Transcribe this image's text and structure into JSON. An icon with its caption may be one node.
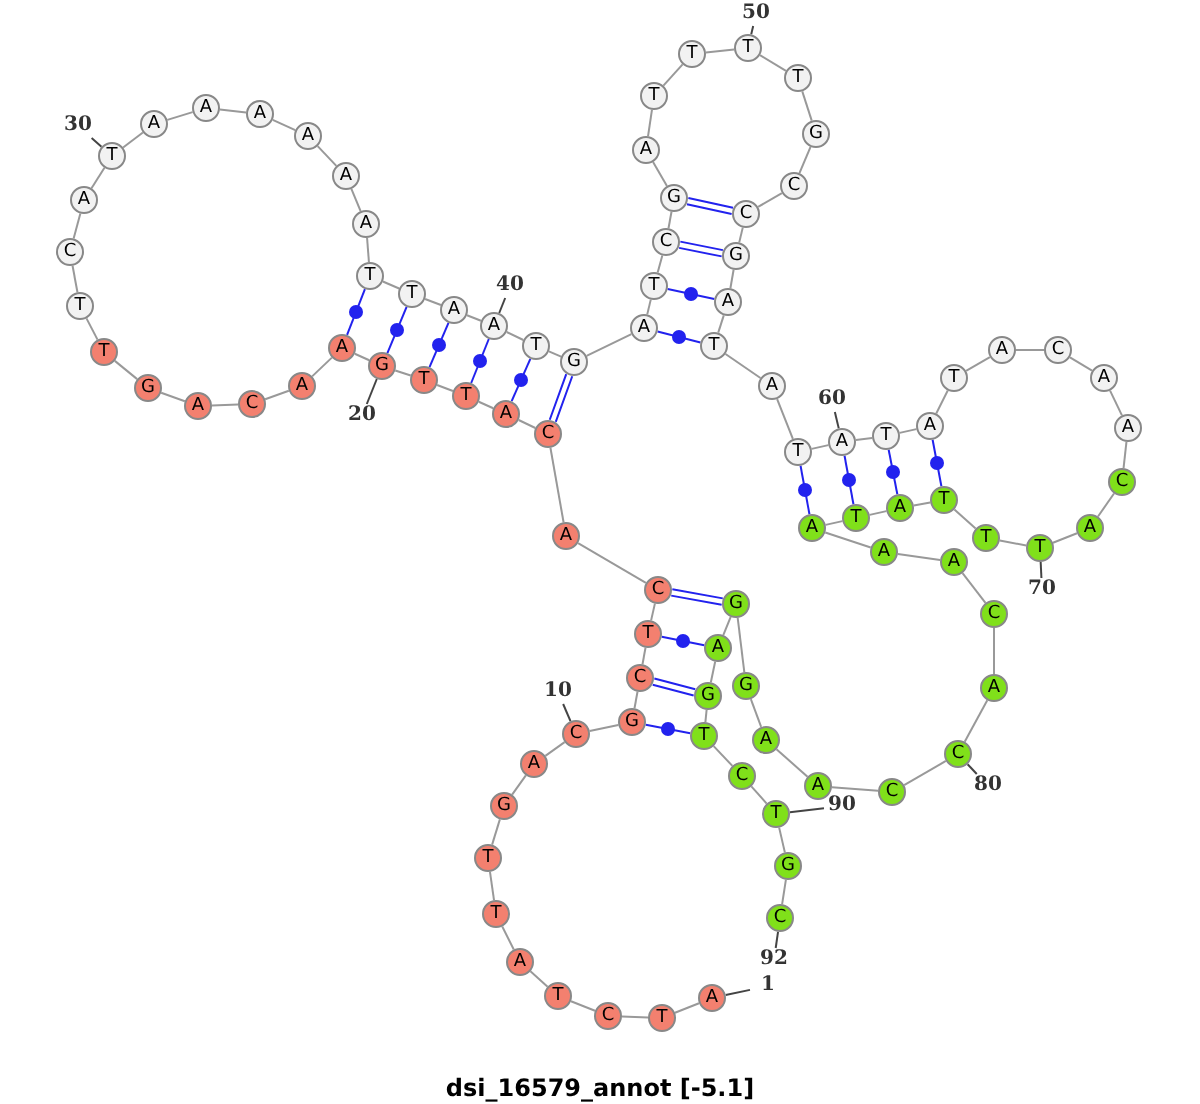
{
  "diagram": {
    "caption": "dsi_16579_annot [-5.1]",
    "nodes": [
      {
        "text": [
          "A"
        ]
      },
      {
        "text": [
          "T"
        ]
      },
      {
        "text": [
          "C"
        ]
      },
      {
        "text": [
          "T"
        ]
      },
      {
        "text": [
          "A"
        ]
      },
      {
        "text": [
          "T"
        ]
      },
      {
        "text": [
          "T"
        ]
      },
      {
        "text": [
          "G"
        ]
      },
      {
        "text": [
          "A"
        ]
      },
      {
        "text": [
          "C"
        ]
      },
      {
        "text": [
          "G"
        ]
      },
      {
        "text": [
          "C"
        ]
      },
      {
        "text": [
          "T"
        ]
      },
      {
        "text": [
          "C"
        ]
      },
      {
        "text": [
          "A"
        ]
      },
      {
        "text": [
          "C"
        ]
      },
      {
        "text": [
          "A"
        ]
      },
      {
        "text": [
          "T"
        ]
      },
      {
        "text": [
          "T"
        ]
      },
      {
        "text": [
          "G"
        ]
      },
      {
        "text": [
          "A"
        ]
      },
      {
        "text": [
          "A"
        ]
      },
      {
        "text": [
          "C"
        ]
      },
      {
        "text": [
          "A"
        ]
      },
      {
        "text": [
          "G"
        ]
      },
      {
        "text": [
          "T"
        ]
      },
      {
        "text": [
          "T"
        ]
      },
      {
        "text": [
          "C"
        ]
      },
      {
        "text": [
          "A"
        ]
      },
      {
        "text": [
          "T"
        ]
      },
      {
        "text": [
          "A"
        ]
      },
      {
        "text": [
          "A"
        ]
      },
      {
        "text": [
          "A"
        ]
      },
      {
        "text": [
          "A"
        ]
      },
      {
        "text": [
          "A"
        ]
      },
      {
        "text": [
          "A"
        ]
      },
      {
        "text": [
          "T"
        ]
      },
      {
        "text": [
          "T"
        ]
      },
      {
        "text": [
          "A"
        ]
      },
      {
        "text": [
          "A"
        ]
      },
      {
        "text": [
          "T"
        ]
      },
      {
        "text": [
          "G"
        ]
      },
      {
        "text": [
          "A"
        ]
      },
      {
        "text": [
          "T"
        ]
      },
      {
        "text": [
          "C"
        ]
      },
      {
        "text": [
          "G"
        ]
      },
      {
        "text": [
          "A"
        ]
      },
      {
        "text": [
          "T"
        ]
      },
      {
        "text": [
          "T"
        ]
      },
      {
        "text": [
          "T"
        ]
      },
      {
        "text": [
          "T"
        ]
      },
      {
        "text": [
          "G"
        ]
      },
      {
        "text": [
          "C"
        ]
      },
      {
        "text": [
          "C"
        ]
      },
      {
        "text": [
          "G"
        ]
      },
      {
        "text": [
          "A"
        ]
      },
      {
        "text": [
          "T"
        ]
      },
      {
        "text": [
          "A"
        ]
      },
      {
        "text": [
          "T"
        ]
      },
      {
        "text": [
          "A"
        ]
      },
      {
        "text": [
          "T"
        ]
      },
      {
        "text": [
          "A"
        ]
      },
      {
        "text": [
          "T"
        ]
      },
      {
        "text": [
          "A"
        ]
      },
      {
        "text": [
          "C"
        ]
      },
      {
        "text": [
          "A"
        ]
      },
      {
        "text": [
          "A"
        ]
      },
      {
        "text": [
          "C"
        ]
      },
      {
        "text": [
          "A"
        ]
      },
      {
        "text": [
          "T"
        ]
      },
      {
        "text": [
          "T"
        ]
      },
      {
        "text": [
          "T"
        ]
      },
      {
        "text": [
          "A"
        ]
      },
      {
        "text": [
          "T"
        ]
      },
      {
        "text": [
          "A"
        ]
      },
      {
        "text": [
          "A"
        ]
      },
      {
        "text": [
          "A"
        ]
      },
      {
        "text": [
          "C"
        ]
      },
      {
        "text": [
          "A"
        ]
      },
      {
        "text": [
          "C"
        ]
      },
      {
        "text": [
          "C"
        ]
      },
      {
        "text": [
          "A"
        ]
      },
      {
        "text": [
          "A"
        ]
      },
      {
        "text": [
          "G"
        ]
      },
      {
        "text": [
          "G"
        ]
      },
      {
        "text": [
          "A"
        ]
      },
      {
        "text": [
          "G"
        ]
      },
      {
        "text": [
          "T"
        ]
      },
      {
        "text": [
          "C"
        ]
      },
      {
        "text": [
          "T"
        ]
      },
      {
        "text": [
          "G"
        ]
      },
      {
        "text": [
          "C"
        ]
      },
      {
        "text": [
          "1"
        ]
      },
      {
        "text": [
          "10"
        ]
      },
      {
        "text": [
          "20"
        ]
      },
      {
        "text": [
          "30"
        ]
      },
      {
        "text": [
          "40"
        ]
      },
      {
        "text": [
          "50"
        ]
      },
      {
        "text": [
          "60"
        ]
      },
      {
        "text": [
          "70"
        ]
      },
      {
        "text": [
          "80"
        ]
      },
      {
        "text": [
          "90"
        ]
      },
      {
        "text": [
          "92"
        ]
      }
    ],
    "edges": [
      {
        "from": 0,
        "to": 1,
        "arrow": "none"
      },
      {
        "from": 1,
        "to": 2,
        "arrow": "none"
      },
      {
        "from": 2,
        "to": 3,
        "arrow": "none"
      },
      {
        "from": 3,
        "to": 4,
        "arrow": "none"
      },
      {
        "from": 4,
        "to": 5,
        "arrow": "none"
      },
      {
        "from": 5,
        "to": 6,
        "arrow": "none"
      },
      {
        "from": 6,
        "to": 7,
        "arrow": "none"
      },
      {
        "from": 7,
        "to": 8,
        "arrow": "none"
      },
      {
        "from": 8,
        "to": 9,
        "arrow": "none"
      },
      {
        "from": 9,
        "to": 10,
        "arrow": "none"
      },
      {
        "from": 10,
        "to": 11,
        "arrow": "none"
      },
      {
        "from": 11,
        "to": 12,
        "arrow": "none"
      },
      {
        "from": 12,
        "to": 13,
        "arrow": "none"
      },
      {
        "from": 13,
        "to": 14,
        "arrow": "none"
      },
      {
        "from": 14,
        "to": 15,
        "arrow": "none"
      },
      {
        "from": 15,
        "to": 16,
        "arrow": "none"
      },
      {
        "from": 16,
        "to": 17,
        "arrow": "none"
      },
      {
        "from": 17,
        "to": 18,
        "arrow": "none"
      },
      {
        "from": 18,
        "to": 19,
        "arrow": "none"
      },
      {
        "from": 19,
        "to": 20,
        "arrow": "none"
      },
      {
        "from": 20,
        "to": 21,
        "arrow": "none"
      },
      {
        "from": 21,
        "to": 22,
        "arrow": "none"
      },
      {
        "from": 22,
        "to": 23,
        "arrow": "none"
      },
      {
        "from": 23,
        "to": 24,
        "arrow": "none"
      },
      {
        "from": 24,
        "to": 25,
        "arrow": "none"
      },
      {
        "from": 25,
        "to": 26,
        "arrow": "none"
      },
      {
        "from": 26,
        "to": 27,
        "arrow": "none"
      },
      {
        "from": 27,
        "to": 28,
        "arrow": "none"
      },
      {
        "from": 28,
        "to": 29,
        "arrow": "none"
      },
      {
        "from": 29,
        "to": 30,
        "arrow": "none"
      },
      {
        "from": 30,
        "to": 31,
        "arrow": "none"
      },
      {
        "from": 31,
        "to": 32,
        "arrow": "none"
      },
      {
        "from": 32,
        "to": 33,
        "arrow": "none"
      },
      {
        "from": 33,
        "to": 34,
        "arrow": "none"
      },
      {
        "from": 34,
        "to": 35,
        "arrow": "none"
      },
      {
        "from": 35,
        "to": 36,
        "arrow": "none"
      },
      {
        "from": 36,
        "to": 37,
        "arrow": "none"
      },
      {
        "from": 37,
        "to": 38,
        "arrow": "none"
      },
      {
        "from": 38,
        "to": 39,
        "arrow": "none"
      },
      {
        "from": 39,
        "to": 40,
        "arrow": "none"
      },
      {
        "from": 40,
        "to": 41,
        "arrow": "none"
      },
      {
        "from": 41,
        "to": 42,
        "arrow": "none"
      },
      {
        "from": 42,
        "to": 43,
        "arrow": "none"
      },
      {
        "from": 43,
        "to": 44,
        "arrow": "none"
      },
      {
        "from": 44,
        "to": 45,
        "arrow": "none"
      },
      {
        "from": 45,
        "to": 46,
        "arrow": "none"
      },
      {
        "from": 46,
        "to": 47,
        "arrow": "none"
      },
      {
        "from": 47,
        "to": 48,
        "arrow": "none"
      },
      {
        "from": 48,
        "to": 49,
        "arrow": "none"
      },
      {
        "from": 49,
        "to": 50,
        "arrow": "none"
      },
      {
        "from": 50,
        "to": 51,
        "arrow": "none"
      },
      {
        "from": 51,
        "to": 52,
        "arrow": "none"
      },
      {
        "from": 52,
        "to": 53,
        "arrow": "none"
      },
      {
        "from": 53,
        "to": 54,
        "arrow": "none"
      },
      {
        "from": 54,
        "to": 55,
        "arrow": "none"
      },
      {
        "from": 55,
        "to": 56,
        "arrow": "none"
      },
      {
        "from": 56,
        "to": 57,
        "arrow": "none"
      },
      {
        "from": 57,
        "to": 58,
        "arrow": "none"
      },
      {
        "from": 58,
        "to": 59,
        "arrow": "none"
      },
      {
        "from": 59,
        "to": 60,
        "arrow": "none"
      },
      {
        "from": 60,
        "to": 61,
        "arrow": "none"
      },
      {
        "from": 61,
        "to": 62,
        "arrow": "none"
      },
      {
        "from": 62,
        "to": 63,
        "arrow": "none"
      },
      {
        "from": 63,
        "to": 64,
        "arrow": "none"
      },
      {
        "from": 64,
        "to": 65,
        "arrow": "none"
      },
      {
        "from": 65,
        "to": 66,
        "arrow": "none"
      },
      {
        "from": 66,
        "to": 67,
        "arrow": "none"
      },
      {
        "from": 67,
        "to": 68,
        "arrow": "none"
      },
      {
        "from": 68,
        "to": 69,
        "arrow": "none"
      },
      {
        "from": 69,
        "to": 70,
        "arrow": "none"
      },
      {
        "from": 70,
        "to": 71,
        "arrow": "none"
      },
      {
        "from": 71,
        "to": 72,
        "arrow": "none"
      },
      {
        "from": 72,
        "to": 73,
        "arrow": "none"
      },
      {
        "from": 73,
        "to": 74,
        "arrow": "none"
      },
      {
        "from": 74,
        "to": 75,
        "arrow": "none"
      },
      {
        "from": 75,
        "to": 76,
        "arrow": "none"
      },
      {
        "from": 76,
        "to": 77,
        "arrow": "none"
      },
      {
        "from": 77,
        "to": 78,
        "arrow": "none"
      },
      {
        "from": 78,
        "to": 79,
        "arrow": "none"
      },
      {
        "from": 79,
        "to": 80,
        "arrow": "none"
      },
      {
        "from": 80,
        "to": 81,
        "arrow": "none"
      },
      {
        "from": 81,
        "to": 82,
        "arrow": "none"
      },
      {
        "from": 82,
        "to": 83,
        "arrow": "none"
      },
      {
        "from": 83,
        "to": 84,
        "arrow": "none"
      },
      {
        "from": 84,
        "to": 85,
        "arrow": "none"
      },
      {
        "from": 85,
        "to": 86,
        "arrow": "none"
      },
      {
        "from": 86,
        "to": 87,
        "arrow": "none"
      },
      {
        "from": 87,
        "to": 88,
        "arrow": "none"
      },
      {
        "from": 88,
        "to": 89,
        "arrow": "none"
      },
      {
        "from": 89,
        "to": 90,
        "arrow": "none"
      },
      {
        "from": 90,
        "to": 91,
        "arrow": "none"
      },
      {
        "from": 10,
        "to": 87,
        "arrow": "none",
        "color": "#2222ee"
      },
      {
        "from": 11,
        "to": 86,
        "arrow": "none",
        "color": "#2222ee"
      },
      {
        "from": 12,
        "to": 85,
        "arrow": "none",
        "color": "#2222ee"
      },
      {
        "from": 13,
        "to": 84,
        "arrow": "none",
        "color": "#2222ee"
      },
      {
        "from": 15,
        "to": 41,
        "arrow": "none",
        "color": "#2222ee"
      },
      {
        "from": 16,
        "to": 40,
        "arrow": "none",
        "color": "#2222ee"
      },
      {
        "from": 17,
        "to": 39,
        "arrow": "none",
        "color": "#2222ee"
      },
      {
        "from": 18,
        "to": 38,
        "arrow": "none",
        "color": "#2222ee"
      },
      {
        "from": 19,
        "to": 37,
        "arrow": "none",
        "color": "#2222ee"
      },
      {
        "from": 20,
        "to": 36,
        "arrow": "none",
        "color": "#2222ee"
      },
      {
        "from": 42,
        "to": 56,
        "arrow": "none",
        "color": "#2222ee"
      },
      {
        "from": 43,
        "to": 55,
        "arrow": "none",
        "color": "#2222ee"
      },
      {
        "from": 44,
        "to": 54,
        "arrow": "none",
        "color": "#2222ee"
      },
      {
        "from": 45,
        "to": 53,
        "arrow": "none",
        "color": "#2222ee"
      },
      {
        "from": 58,
        "to": 74,
        "arrow": "none",
        "color": "#2222ee"
      },
      {
        "from": 59,
        "to": 73,
        "arrow": "none",
        "color": "#2222ee"
      },
      {
        "from": 60,
        "to": 72,
        "arrow": "none",
        "color": "#2222ee"
      },
      {
        "from": 61,
        "to": 71,
        "arrow": "none",
        "color": "#2222ee"
      },
      {
        "from": 92,
        "to": 0,
        "arrow": "none"
      },
      {
        "from": 93,
        "to": 9,
        "arrow": "none"
      },
      {
        "from": 94,
        "to": 19,
        "arrow": "none"
      },
      {
        "from": 95,
        "to": 29,
        "arrow": "none"
      },
      {
        "from": 96,
        "to": 39,
        "arrow": "none"
      },
      {
        "from": 97,
        "to": 49,
        "arrow": "none"
      },
      {
        "from": 98,
        "to": 59,
        "arrow": "none"
      },
      {
        "from": 99,
        "to": 69,
        "arrow": "none"
      },
      {
        "from": 100,
        "to": 79,
        "arrow": "none"
      },
      {
        "from": 101,
        "to": 89,
        "arrow": "none"
      },
      {
        "from": 102,
        "to": 91,
        "arrow": "none"
      }
    ]
  }
}
